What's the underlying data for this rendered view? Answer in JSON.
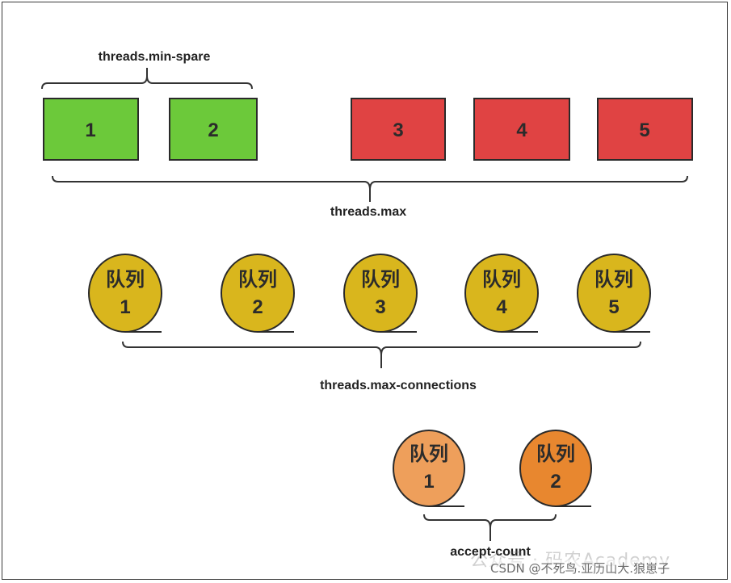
{
  "colors": {
    "green": "#6cc93a",
    "red": "#e04343",
    "yellow": "#d9b61d",
    "orange_light": "#ee9f5b",
    "orange_dark": "#e8872f",
    "stroke": "#2a2a2a"
  },
  "labels": {
    "min_spare": "threads.min-spare",
    "max": "threads.max",
    "max_connections": "threads.max-connections",
    "accept_count": "accept-count"
  },
  "threads": [
    {
      "num": "1",
      "kind": "green"
    },
    {
      "num": "2",
      "kind": "green"
    },
    {
      "num": "3",
      "kind": "red"
    },
    {
      "num": "4",
      "kind": "red"
    },
    {
      "num": "5",
      "kind": "red"
    }
  ],
  "queue_text": "队列",
  "connection_queues": [
    "1",
    "2",
    "3",
    "4",
    "5"
  ],
  "accept_queues": [
    "1",
    "2"
  ],
  "watermark": {
    "line1": "公众号 · 码农Academy",
    "line2": "CSDN @不死鸟.亚历山大.狼崽子"
  }
}
